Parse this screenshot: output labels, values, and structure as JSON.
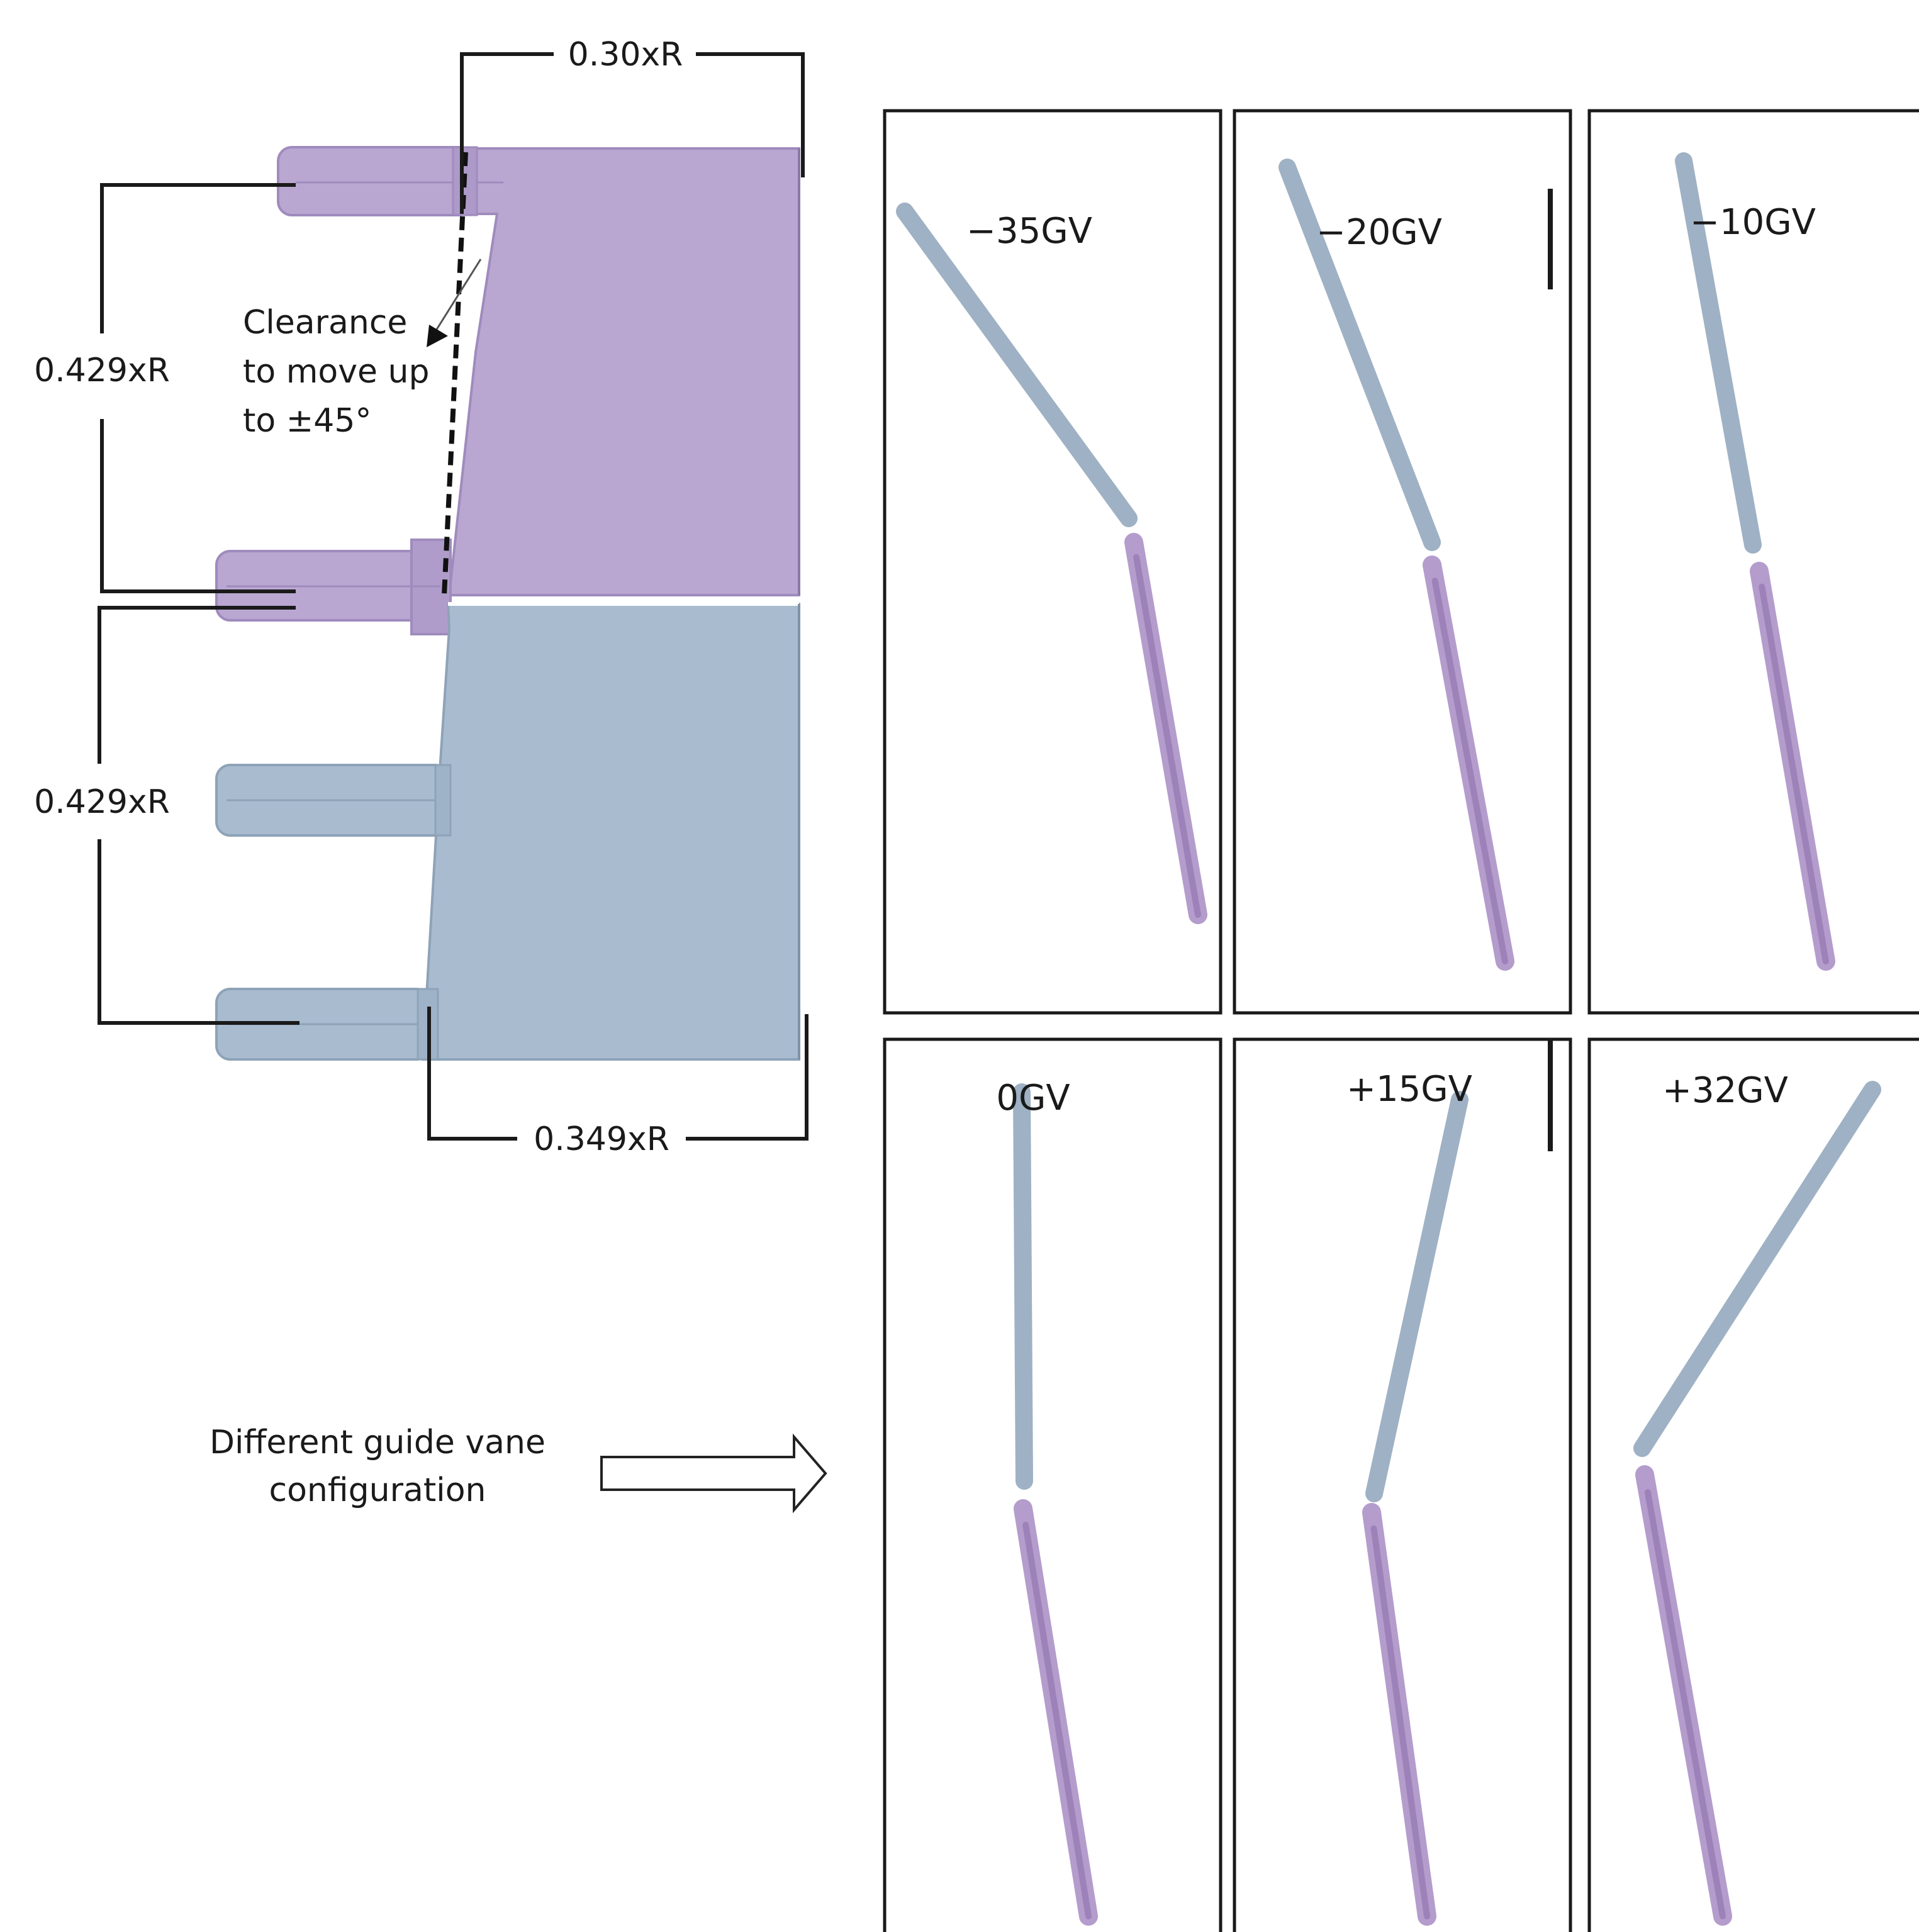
{
  "colors": {
    "upper_part": "#b9a7d1",
    "upper_part_dark": "#9f8bbd",
    "lower_part": "#a9bccf",
    "lower_part_dark": "#8ea3b8",
    "vane_blue": "#9fb1c4",
    "vane_purple": "#b49ccc",
    "line": "#1a1a1a"
  },
  "assembly": {
    "dimensions": {
      "top": "0.30xR",
      "upper_left": "0.429xR",
      "lower_left": "0.429xR",
      "bottom": "0.349xR"
    },
    "clearance_note": [
      "Clearance",
      "to move up",
      "to ±45°"
    ]
  },
  "caption": {
    "lines": [
      "Different guide vane",
      "configuration"
    ],
    "arrow_icon": "right-outline-arrow-icon"
  },
  "configurations": [
    {
      "label": "−35GV",
      "guide_vane_angle_deg": -35
    },
    {
      "label": "−20GV",
      "guide_vane_angle_deg": -20
    },
    {
      "label": "−10GV",
      "guide_vane_angle_deg": -10
    },
    {
      "label": "0GV",
      "guide_vane_angle_deg": 0
    },
    {
      "label": "+15GV",
      "guide_vane_angle_deg": 15
    },
    {
      "label": "+32GV",
      "guide_vane_angle_deg": 32
    }
  ]
}
